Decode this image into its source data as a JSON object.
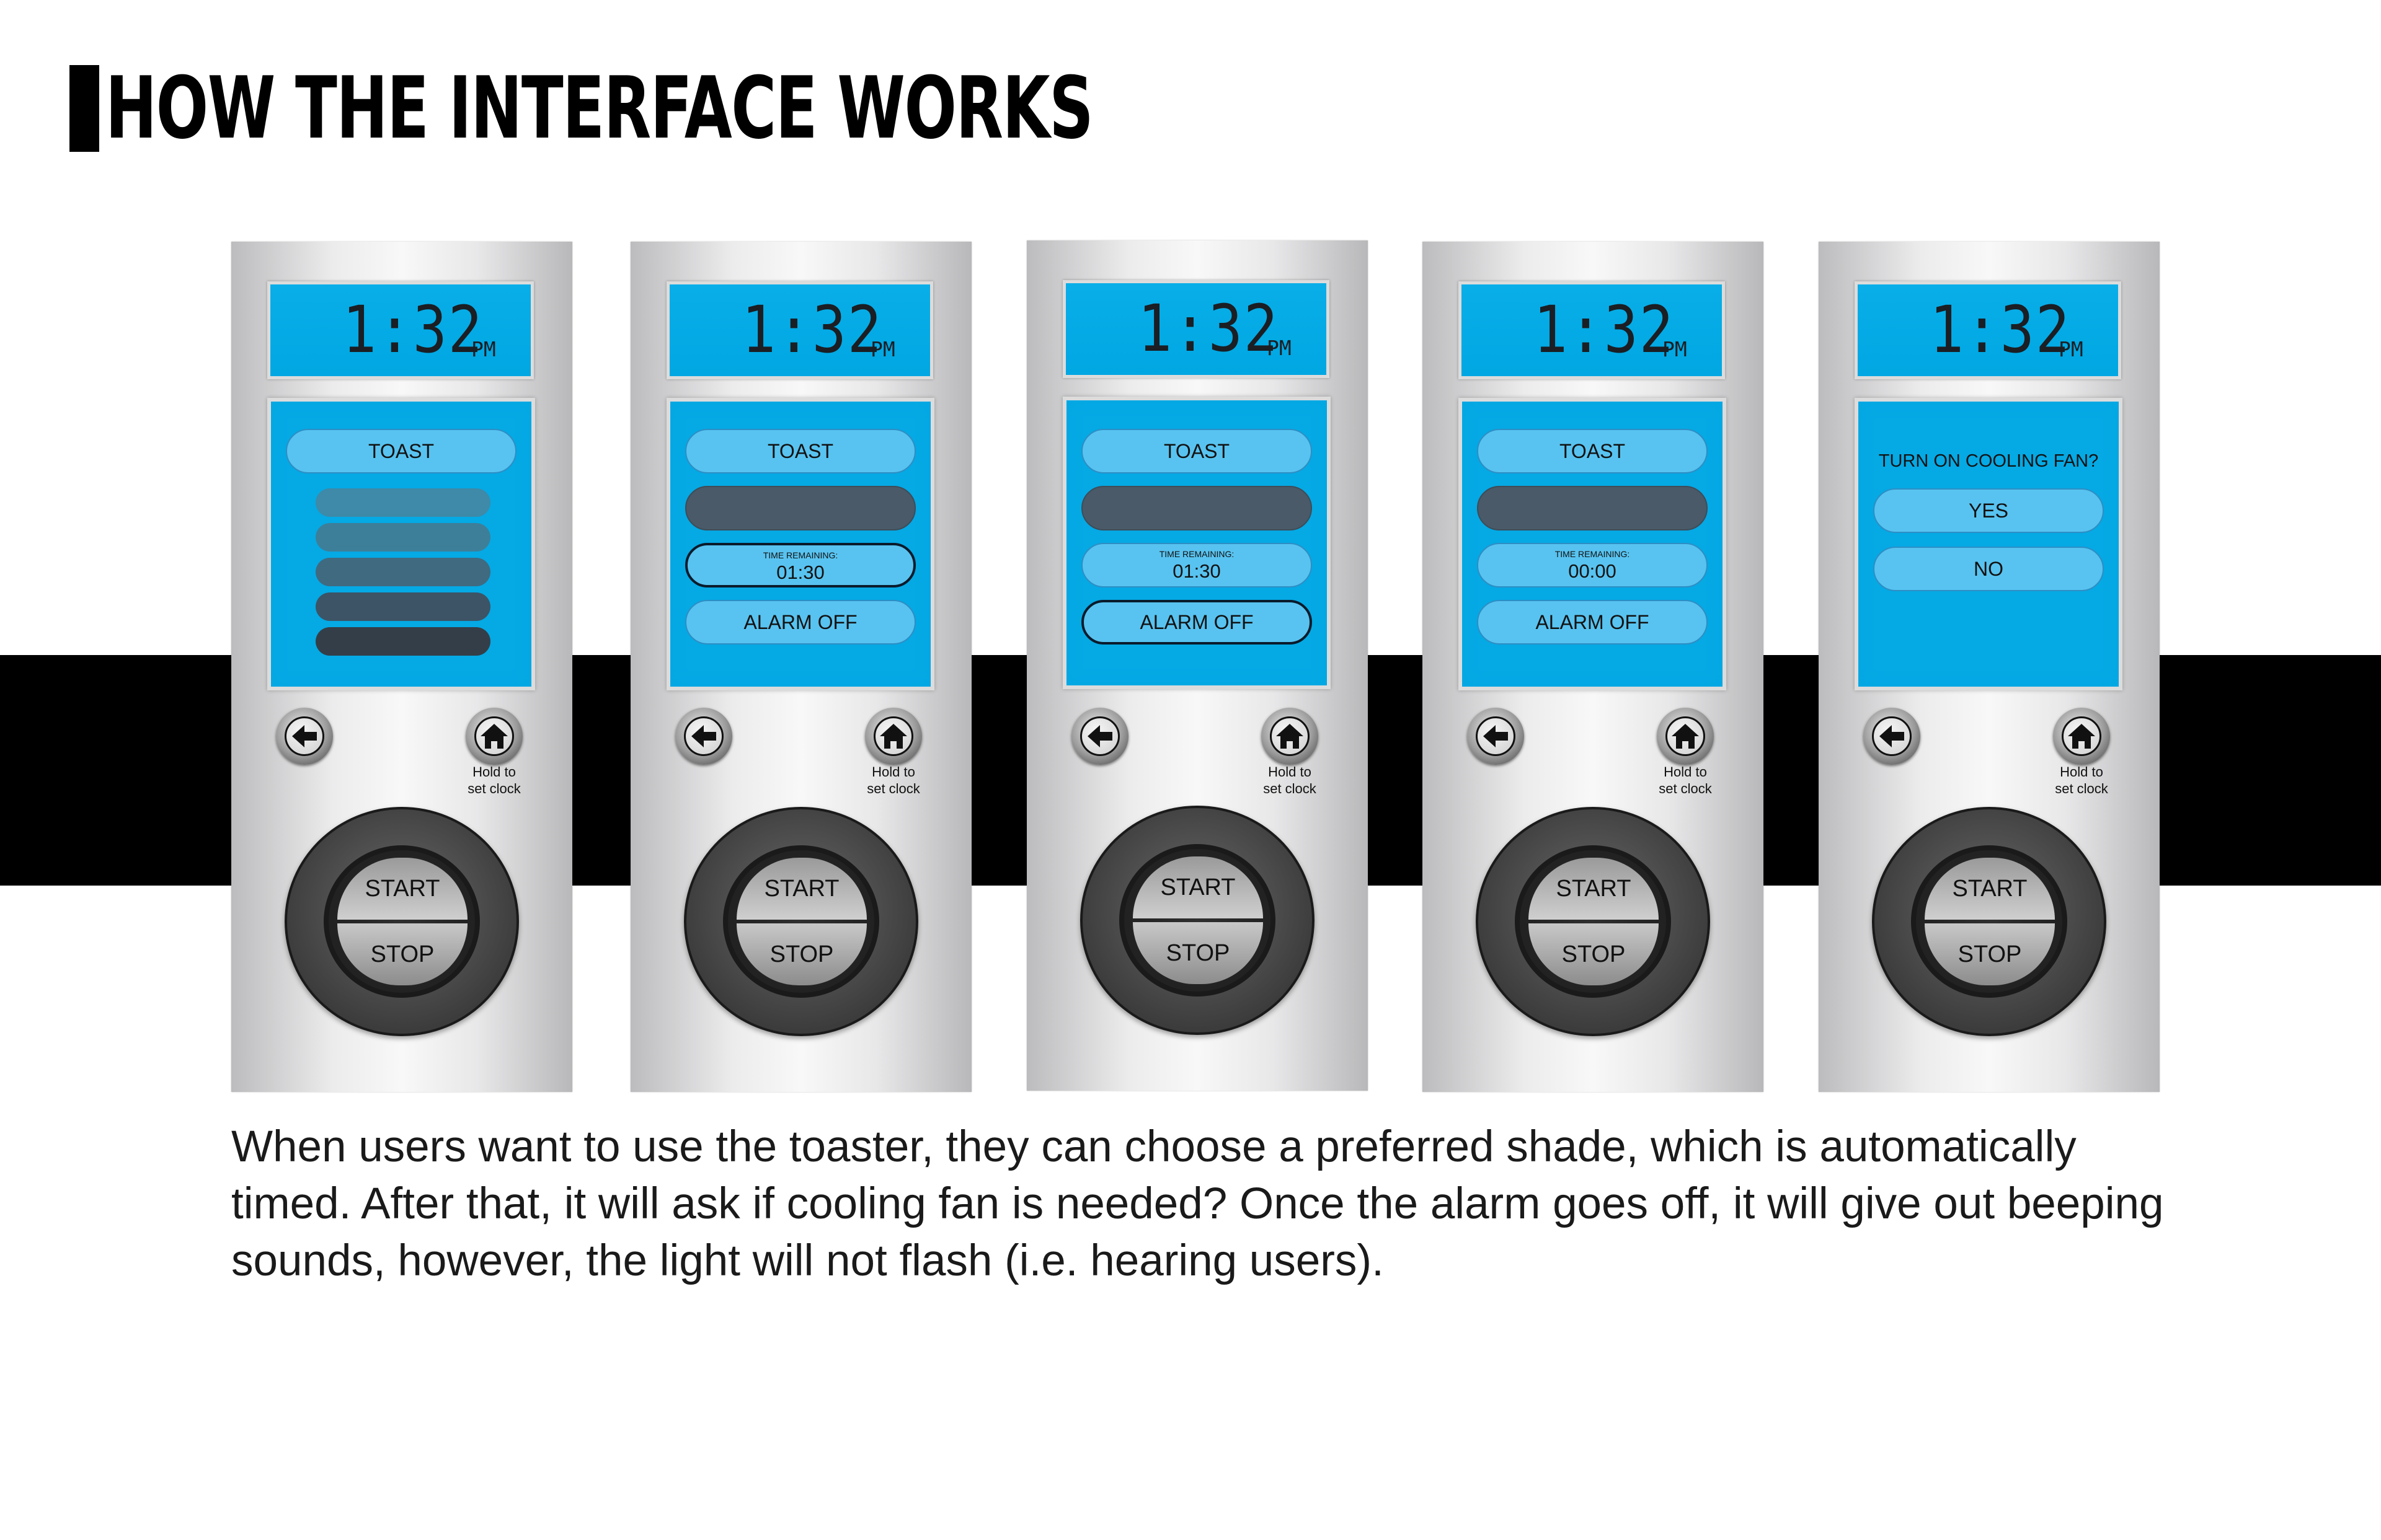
{
  "page": {
    "title": "HOW THE INTERFACE WORKS",
    "description_lines": [
      "When users want to use the toaster, they can choose a preferred shade, which is automatically",
      "timed. After that, it will ask if cooling fan is needed? Once the alarm goes off, it will give out beeping",
      "sounds, however, the light will not flash (i.e. hearing users)."
    ]
  },
  "colors": {
    "lcd_blue": "#00a7e2",
    "pill_blue": "#58c3f0",
    "selected_shade": "#4a5a68",
    "band": "#000000"
  },
  "common": {
    "clock": "1:32",
    "ampm": "PM",
    "hold_line1": "Hold to",
    "hold_line2": "set clock",
    "start": "START",
    "stop": "STOP",
    "back_icon": "back-arrow-icon",
    "home_icon": "home-icon"
  },
  "remotes": [
    {
      "mode": "TOAST",
      "shades": [
        "#3e8aa8",
        "#3d7f99",
        "#3f6a80",
        "#3c5466",
        "#343e48"
      ]
    },
    {
      "mode": "TOAST",
      "time_label": "TIME REMAINING:",
      "time_value": "01:30",
      "alarm": "ALARM OFF",
      "selected": "time"
    },
    {
      "mode": "TOAST",
      "time_label": "TIME REMAINING:",
      "time_value": "01:30",
      "alarm": "ALARM OFF",
      "selected": "alarm"
    },
    {
      "mode": "TOAST",
      "time_label": "TIME REMAINING:",
      "time_value": "00:00",
      "alarm": "ALARM OFF",
      "selected": "none"
    },
    {
      "question": "TURN ON COOLING FAN?",
      "yes": "YES",
      "no": "NO"
    }
  ]
}
